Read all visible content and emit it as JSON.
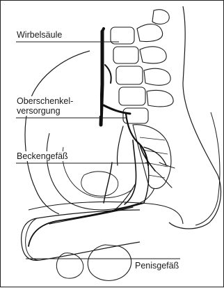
{
  "labels": {
    "spine": "Wirbelsäule",
    "thigh_line1": "Oberschenkel-",
    "thigh_line2": "versorgung",
    "pelvic": "Beckengefäß",
    "penile": "Penisgefäß"
  },
  "colors": {
    "ink": "#1a1a1a",
    "vessel": "#111111",
    "background": "#ffffff"
  }
}
